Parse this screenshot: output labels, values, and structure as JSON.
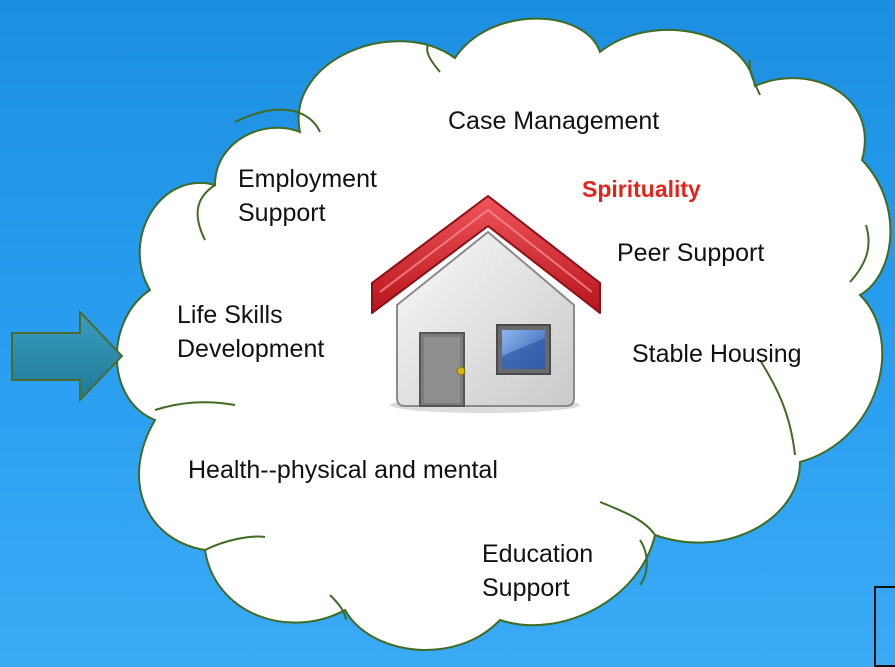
{
  "colors": {
    "background": "#2196ea",
    "cloud_fill": "#ffffff",
    "cloud_outline": "#3f6b22",
    "arrow_fill": "#2a8aa8",
    "arrow_outline": "#4b6a2e",
    "accent_text": "#e3241b",
    "roof": "#d9262e",
    "house_wall": "#e8e8e8",
    "door": "#7c7c7c",
    "window": "#3b6fbf"
  },
  "icons": [
    "right-arrow-icon",
    "house-icon",
    "cloud-shape"
  ],
  "labels": {
    "case_management": "Case Management",
    "employment_line1": "Employment",
    "employment_line2": "Support",
    "spirituality": "Spirituality",
    "peer_support": "Peer Support",
    "life_skills_line1": "Life Skills",
    "life_skills_line2": "Development",
    "stable_housing": "Stable Housing",
    "health": "Health--physical and mental",
    "education_line1": "Education",
    "education_line2": "Support"
  }
}
